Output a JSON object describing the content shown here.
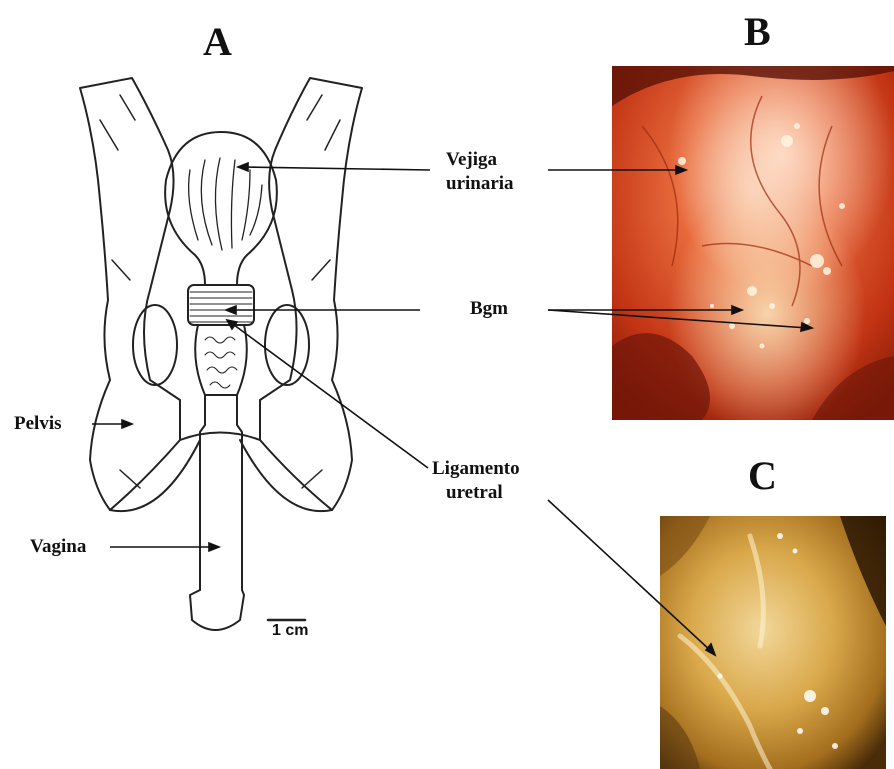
{
  "panels": {
    "a": "A",
    "b": "B",
    "c": "C"
  },
  "labels": {
    "vejiga_line1": "Vejiga",
    "vejiga_line2": "urinaria",
    "bgm": "Bgm",
    "ligamento_line1": "Ligamento",
    "ligamento_line2": "uretral",
    "pelvis": "Pelvis",
    "vagina": "Vagina"
  },
  "scale_bar": "1 cm"
}
